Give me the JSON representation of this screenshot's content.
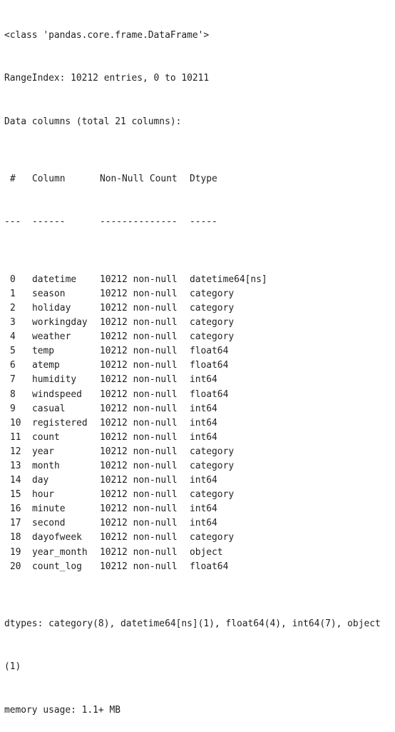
{
  "header": {
    "class_line": "<class 'pandas.core.frame.DataFrame'>",
    "range_index": "RangeIndex: 10212 entries, 0 to 10211",
    "data_columns": "Data columns (total 21 columns):"
  },
  "table": {
    "headers": {
      "idx": "#",
      "column": "Column",
      "non_null": "Non-Null Count",
      "dtype": "Dtype"
    },
    "separators": {
      "idx": "---",
      "column": "------",
      "non_null": "--------------",
      "dtype": "-----"
    },
    "rows": [
      {
        "idx": "0",
        "column": "datetime",
        "non_null": "10212 non-null",
        "dtype": "datetime64[ns]"
      },
      {
        "idx": "1",
        "column": "season",
        "non_null": "10212 non-null",
        "dtype": "category"
      },
      {
        "idx": "2",
        "column": "holiday",
        "non_null": "10212 non-null",
        "dtype": "category"
      },
      {
        "idx": "3",
        "column": "workingday",
        "non_null": "10212 non-null",
        "dtype": "category"
      },
      {
        "idx": "4",
        "column": "weather",
        "non_null": "10212 non-null",
        "dtype": "category"
      },
      {
        "idx": "5",
        "column": "temp",
        "non_null": "10212 non-null",
        "dtype": "float64"
      },
      {
        "idx": "6",
        "column": "atemp",
        "non_null": "10212 non-null",
        "dtype": "float64"
      },
      {
        "idx": "7",
        "column": "humidity",
        "non_null": "10212 non-null",
        "dtype": "int64"
      },
      {
        "idx": "8",
        "column": "windspeed",
        "non_null": "10212 non-null",
        "dtype": "float64"
      },
      {
        "idx": "9",
        "column": "casual",
        "non_null": "10212 non-null",
        "dtype": "int64"
      },
      {
        "idx": "10",
        "column": "registered",
        "non_null": "10212 non-null",
        "dtype": "int64"
      },
      {
        "idx": "11",
        "column": "count",
        "non_null": "10212 non-null",
        "dtype": "int64"
      },
      {
        "idx": "12",
        "column": "year",
        "non_null": "10212 non-null",
        "dtype": "category"
      },
      {
        "idx": "13",
        "column": "month",
        "non_null": "10212 non-null",
        "dtype": "category"
      },
      {
        "idx": "14",
        "column": "day",
        "non_null": "10212 non-null",
        "dtype": "int64"
      },
      {
        "idx": "15",
        "column": "hour",
        "non_null": "10212 non-null",
        "dtype": "category"
      },
      {
        "idx": "16",
        "column": "minute",
        "non_null": "10212 non-null",
        "dtype": "int64"
      },
      {
        "idx": "17",
        "column": "second",
        "non_null": "10212 non-null",
        "dtype": "int64"
      },
      {
        "idx": "18",
        "column": "dayofweek",
        "non_null": "10212 non-null",
        "dtype": "category"
      },
      {
        "idx": "19",
        "column": "year_month",
        "non_null": "10212 non-null",
        "dtype": "object"
      },
      {
        "idx": "20",
        "column": "count_log",
        "non_null": "10212 non-null",
        "dtype": "float64"
      }
    ]
  },
  "footer": {
    "dtypes_line1": "dtypes: category(8), datetime64[ns](1), float64(4), int64(7), object",
    "dtypes_line2": "(1)",
    "memory": "memory usage: 1.1+ MB"
  }
}
